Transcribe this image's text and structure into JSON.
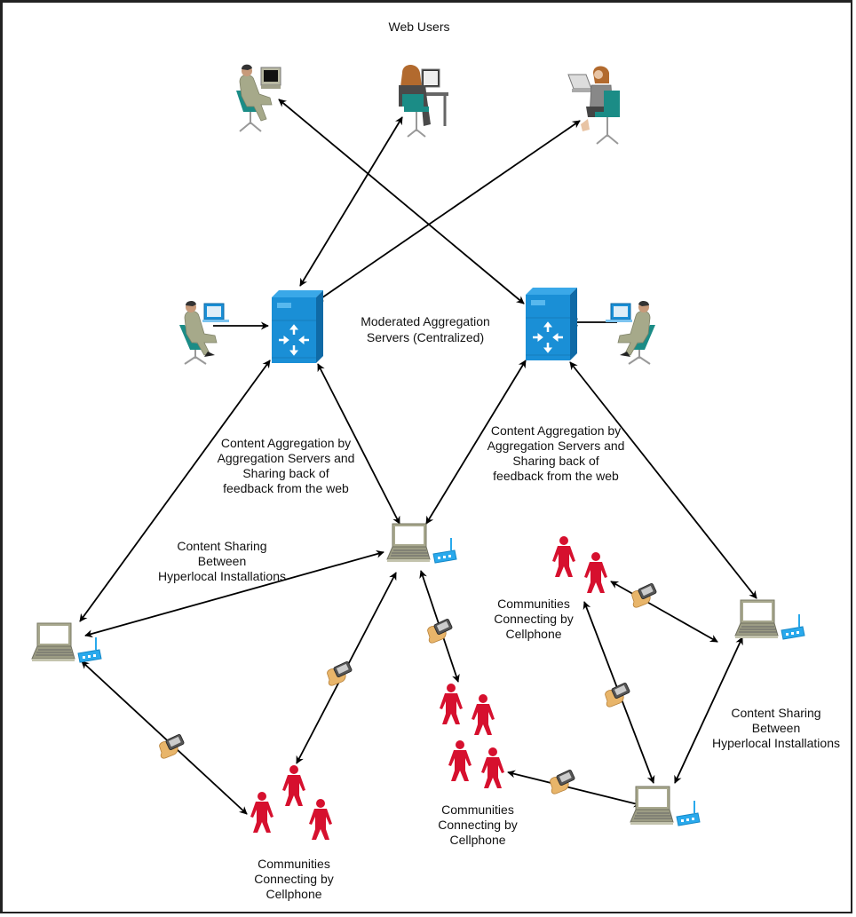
{
  "diagram": {
    "title": "Web Users",
    "labels": {
      "servers": [
        "Moderated Aggregation",
        "Servers (Centralized)"
      ],
      "aggregation_left": [
        "Content Aggregation by",
        "Aggregation Servers and",
        "Sharing back of",
        "feedback from the web"
      ],
      "aggregation_right": [
        "Content Aggregation by",
        "Aggregation Servers and",
        "Sharing back of",
        "feedback from the web"
      ],
      "sharing_left": [
        "Content Sharing",
        "Between",
        "Hyperlocal Installations"
      ],
      "sharing_right": [
        "Content Sharing",
        "Between",
        "Hyperlocal Installations"
      ],
      "community_bottom_left": [
        "Communities",
        "Connecting by",
        "Cellphone"
      ],
      "community_bottom_center": [
        "Communities",
        "Connecting by",
        "Cellphone"
      ],
      "community_right": [
        "Communities",
        "Connecting by",
        "Cellphone"
      ]
    },
    "nodes": [
      {
        "id": "web-user-1",
        "type": "desktop-user",
        "label": ""
      },
      {
        "id": "web-user-2",
        "type": "desk-user",
        "label": ""
      },
      {
        "id": "web-user-3",
        "type": "laptop-phone-user",
        "label": ""
      },
      {
        "id": "moderator-left",
        "type": "operator",
        "label": ""
      },
      {
        "id": "moderator-right",
        "type": "operator",
        "label": ""
      },
      {
        "id": "server-left",
        "type": "aggregation-server",
        "label": ""
      },
      {
        "id": "server-right",
        "type": "aggregation-server",
        "label": ""
      },
      {
        "id": "hyperlocal-center",
        "type": "laptop-wireless",
        "label": ""
      },
      {
        "id": "hyperlocal-left",
        "type": "laptop-wireless",
        "label": ""
      },
      {
        "id": "hyperlocal-right",
        "type": "laptop-wireless",
        "label": ""
      },
      {
        "id": "hyperlocal-bottom-right",
        "type": "laptop-wireless",
        "label": ""
      },
      {
        "id": "community-bottom-left",
        "type": "people-group",
        "label": ""
      },
      {
        "id": "community-bottom-center",
        "type": "people-group",
        "label": ""
      },
      {
        "id": "community-right",
        "type": "people-group",
        "label": ""
      }
    ],
    "edges": [
      {
        "from": "web-user-1",
        "to": "server-right",
        "direction": "both"
      },
      {
        "from": "web-user-2",
        "to": "server-left",
        "direction": "both"
      },
      {
        "from": "web-user-3",
        "to": "server-left",
        "direction": "both"
      },
      {
        "from": "moderator-left",
        "to": "server-left",
        "direction": "forward"
      },
      {
        "from": "moderator-right",
        "to": "server-right",
        "direction": "forward"
      },
      {
        "from": "server-left",
        "to": "hyperlocal-left",
        "direction": "both"
      },
      {
        "from": "server-left",
        "to": "hyperlocal-center",
        "direction": "both"
      },
      {
        "from": "server-right",
        "to": "hyperlocal-center",
        "direction": "both"
      },
      {
        "from": "server-right",
        "to": "hyperlocal-right",
        "direction": "both"
      },
      {
        "from": "hyperlocal-center",
        "to": "hyperlocal-left",
        "direction": "both"
      },
      {
        "from": "hyperlocal-left",
        "to": "community-bottom-left",
        "direction": "both",
        "via": "cellphone"
      },
      {
        "from": "hyperlocal-center",
        "to": "community-bottom-left",
        "direction": "both",
        "via": "cellphone"
      },
      {
        "from": "hyperlocal-center",
        "to": "community-bottom-center",
        "direction": "both",
        "via": "cellphone"
      },
      {
        "from": "community-bottom-center",
        "to": "hyperlocal-bottom-right",
        "direction": "both",
        "via": "cellphone"
      },
      {
        "from": "community-right",
        "to": "hyperlocal-right",
        "direction": "both",
        "via": "cellphone"
      },
      {
        "from": "community-right",
        "to": "hyperlocal-bottom-right",
        "direction": "both",
        "via": "cellphone"
      },
      {
        "from": "hyperlocal-right",
        "to": "hyperlocal-bottom-right",
        "direction": "both"
      }
    ]
  },
  "colors": {
    "server": "#1a8fd6",
    "server_dark": "#0f6aa6",
    "router": "#29a9ec",
    "laptop": "#a8a88e",
    "person_red": "#d6102e",
    "suit": "#a6a98a",
    "chair": "#1b8c86",
    "hand": "#e8b56a"
  }
}
